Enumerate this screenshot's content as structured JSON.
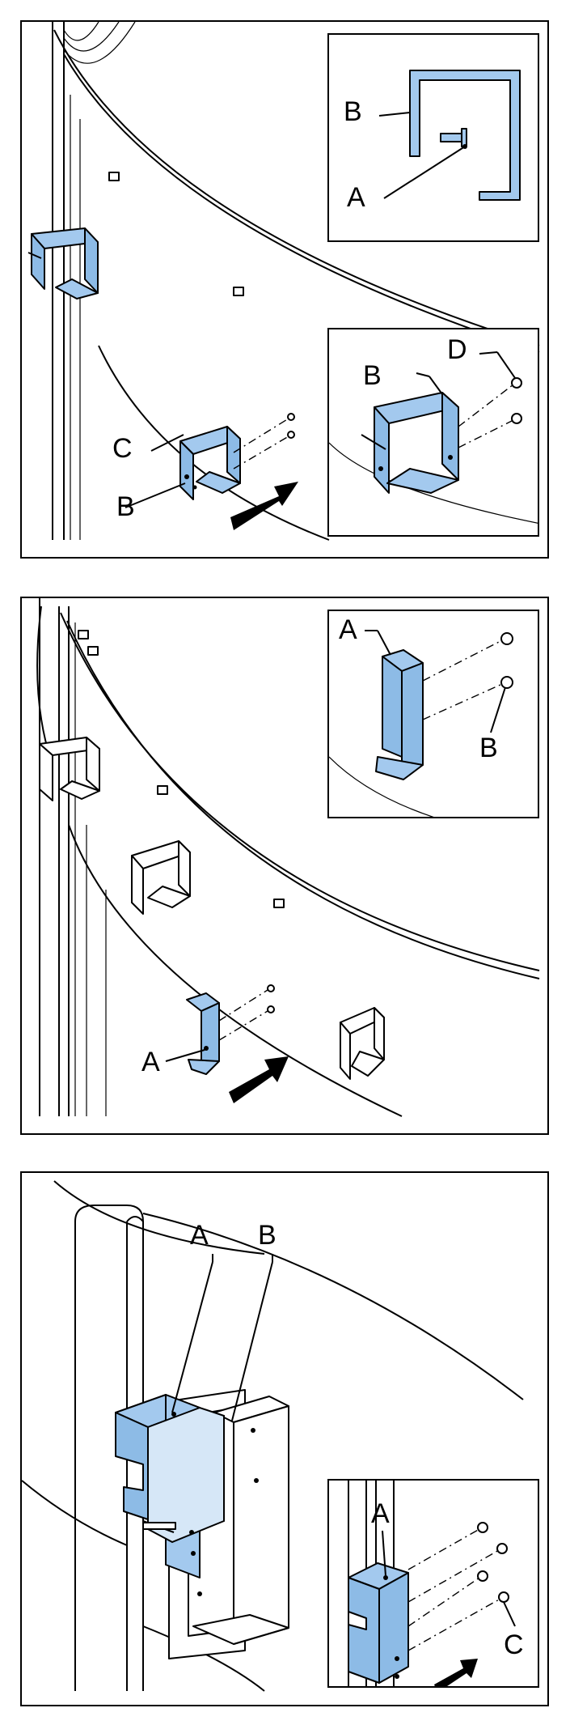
{
  "panels": [
    {
      "id": "step-1",
      "labels": [
        "B",
        "A",
        "B",
        "D",
        "C",
        "B"
      ]
    },
    {
      "id": "step-2",
      "labels": [
        "A",
        "B",
        "A"
      ]
    },
    {
      "id": "step-3",
      "labels": [
        "A",
        "B",
        "A",
        "C"
      ]
    }
  ],
  "colors": {
    "part": "#a3c9ee",
    "outline": "#000000",
    "background": "#ffffff"
  },
  "icons": [
    "arrow-icon",
    "screw-icon",
    "bracket-icon"
  ]
}
